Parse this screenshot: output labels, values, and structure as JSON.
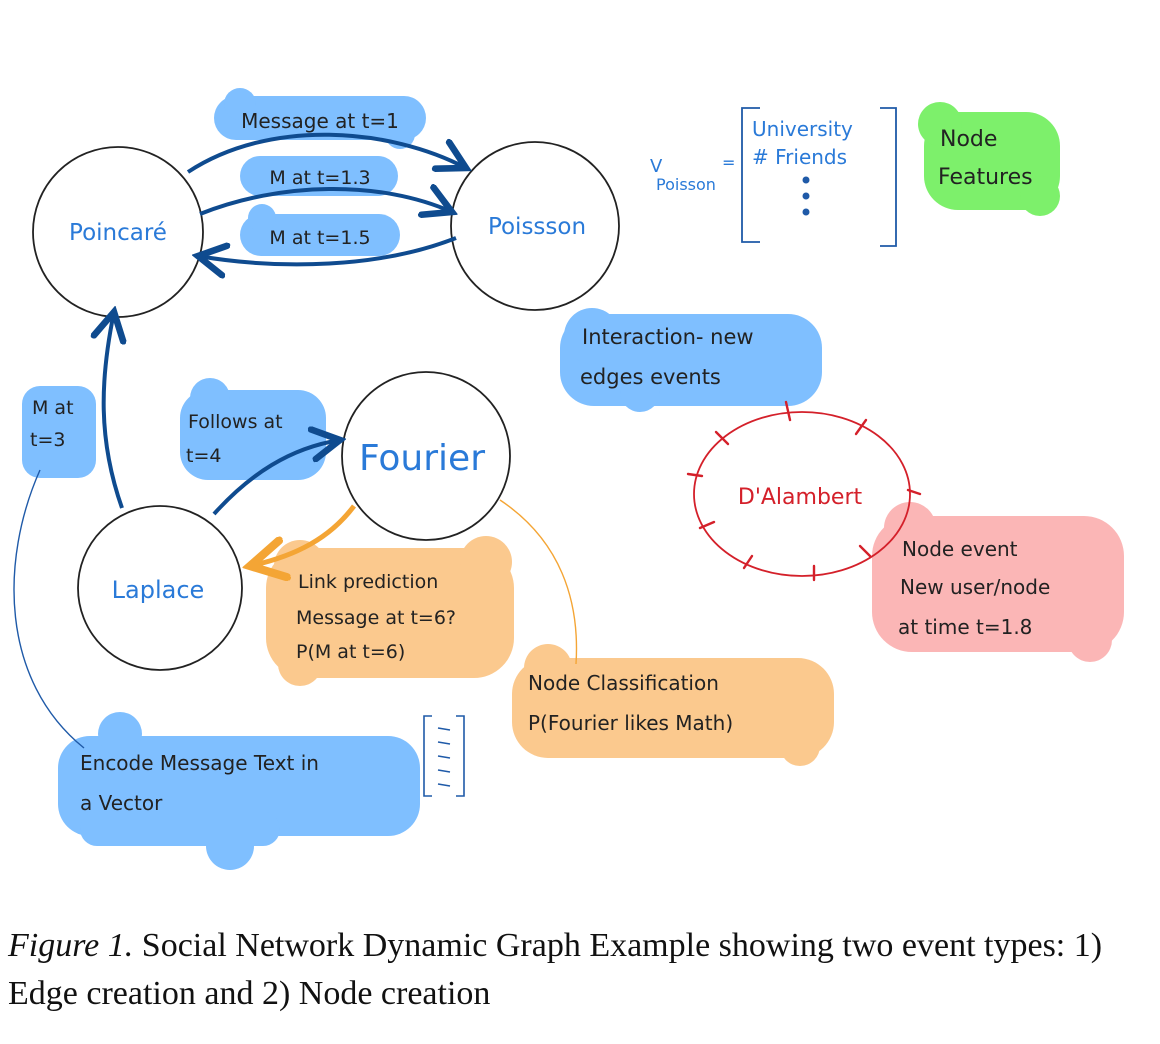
{
  "nodes": {
    "poincare": "Poincaré",
    "poisson": "Poissson",
    "laplace": "Laplace",
    "fourier": "Fourier",
    "dalambert": "D'Alambert"
  },
  "edge_labels": {
    "msg_t1": "Message at t=1",
    "m_t13": "M at t=1.3",
    "m_t15": "M at t=1.5",
    "m_at": "M at",
    "t3": "t=3",
    "follows_line1": "Follows at",
    "follows_line2": "t=4"
  },
  "features": {
    "vector_label": "V",
    "vector_sub": "Poisson",
    "equals": "=",
    "entry_1": "University",
    "entry_2": "# Friends",
    "node_features_line1": "Node",
    "node_features_line2": "Features"
  },
  "callouts": {
    "interaction_line1": "Interaction- new",
    "interaction_line2": "edges events",
    "link_line1": "Link prediction",
    "link_line2": "Message at t=6?",
    "link_line3": "P(M at t=6)",
    "node_class_line1": "Node Classification",
    "node_class_line2": "P(Fourier likes Math)",
    "node_event_line1": "Node event",
    "node_event_line2": "New user/node",
    "node_event_line3": "at time t=1.8",
    "encode_line1": "Encode Message Text in",
    "encode_line2": "a Vector"
  },
  "caption": {
    "figure_label": "Figure 1.",
    "text": " Social Network Dynamic Graph Example showing two event types: 1) Edge creation and 2) Node creation"
  },
  "colors": {
    "blue_blob": "#7fbfff",
    "orange_blob": "#fbc98e",
    "green_blob": "#7df06b",
    "pink_blob": "#fbb6b6",
    "arrow_blue": "#0f4b8f",
    "arrow_orange": "#f4a535",
    "node_text_blue": "#2a7ad8",
    "red": "#d4202a"
  }
}
